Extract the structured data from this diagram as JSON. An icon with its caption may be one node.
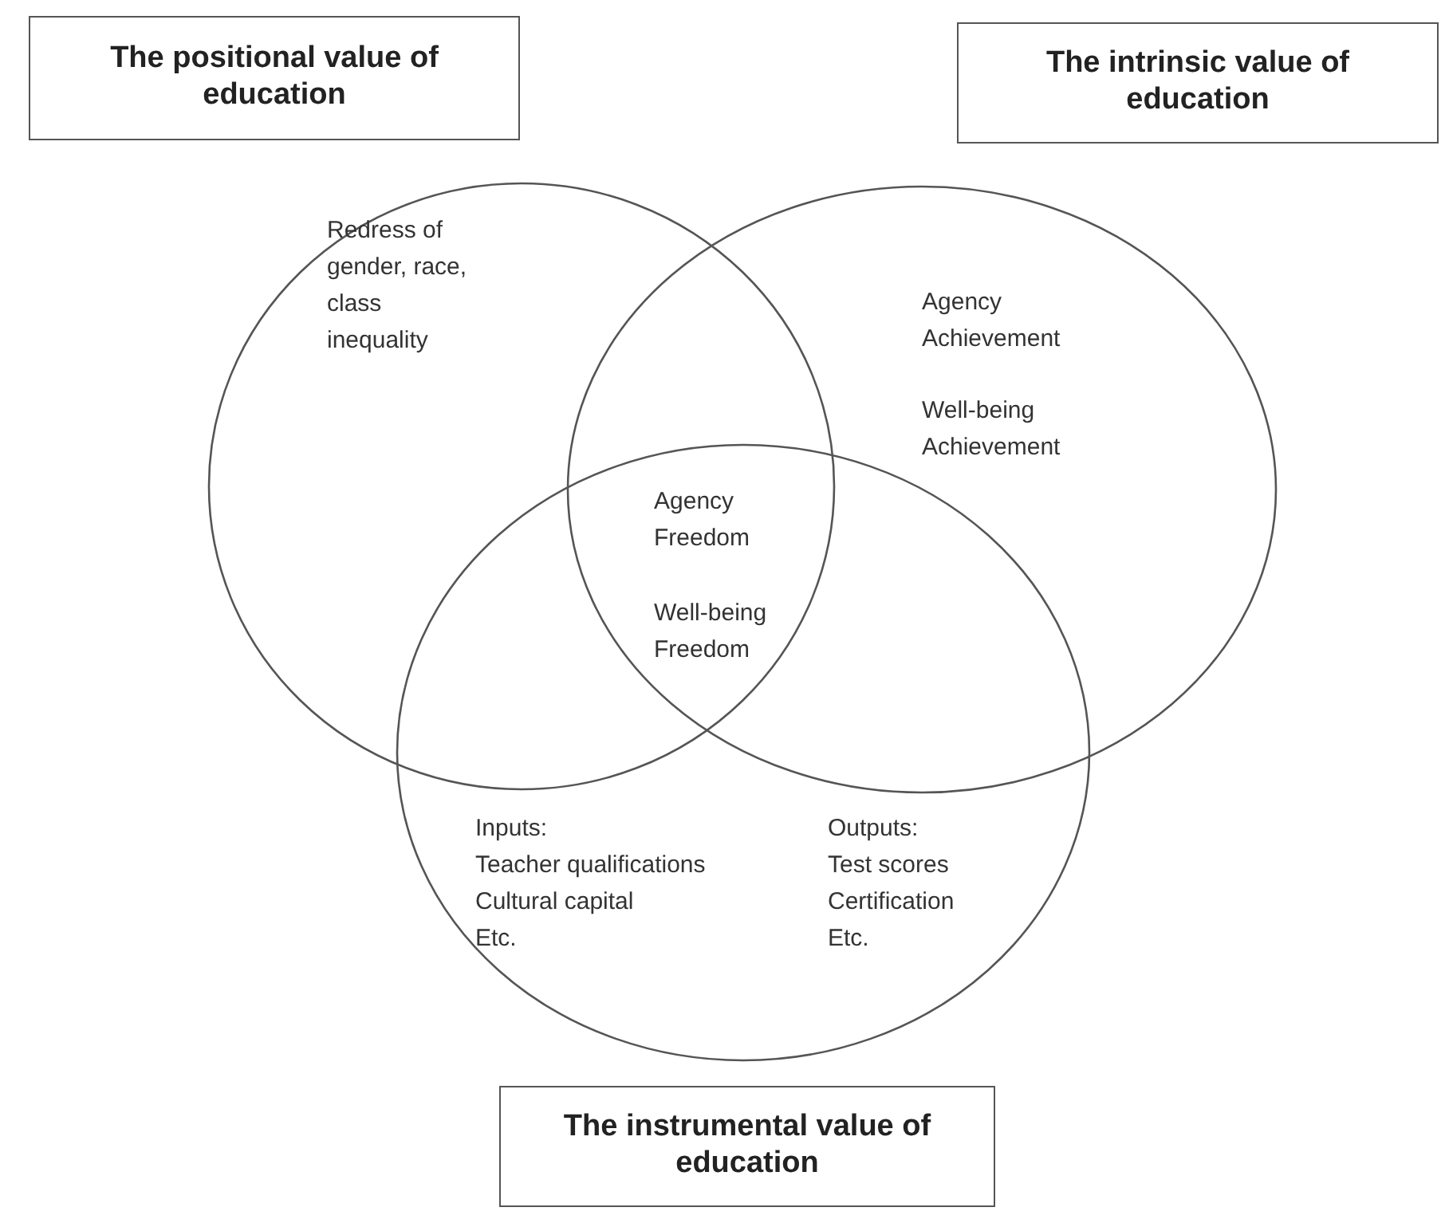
{
  "diagram": {
    "nodes": [
      {
        "text": [
          "The positional value of education"
        ]
      },
      {
        "text": [
          "The intrinsic value of education"
        ]
      },
      {
        "text": [],
        "shape": "circle"
      },
      {
        "text": [],
        "shape": "circle"
      },
      {
        "text": [],
        "shape": "circle"
      },
      {
        "text": [
          "The instrumental value of education"
        ]
      }
    ],
    "labels": [
      "Redress of gender, race, class inequality",
      "Agency Achievement",
      "Well-being Achievement",
      "Agency Freedom",
      "Well-being Freedom",
      "Inputs:",
      "Teacher qualifications",
      "Cultural capital",
      "Etc.",
      "Outputs:",
      "Test scores",
      "Certification",
      "Etc."
    ]
  }
}
